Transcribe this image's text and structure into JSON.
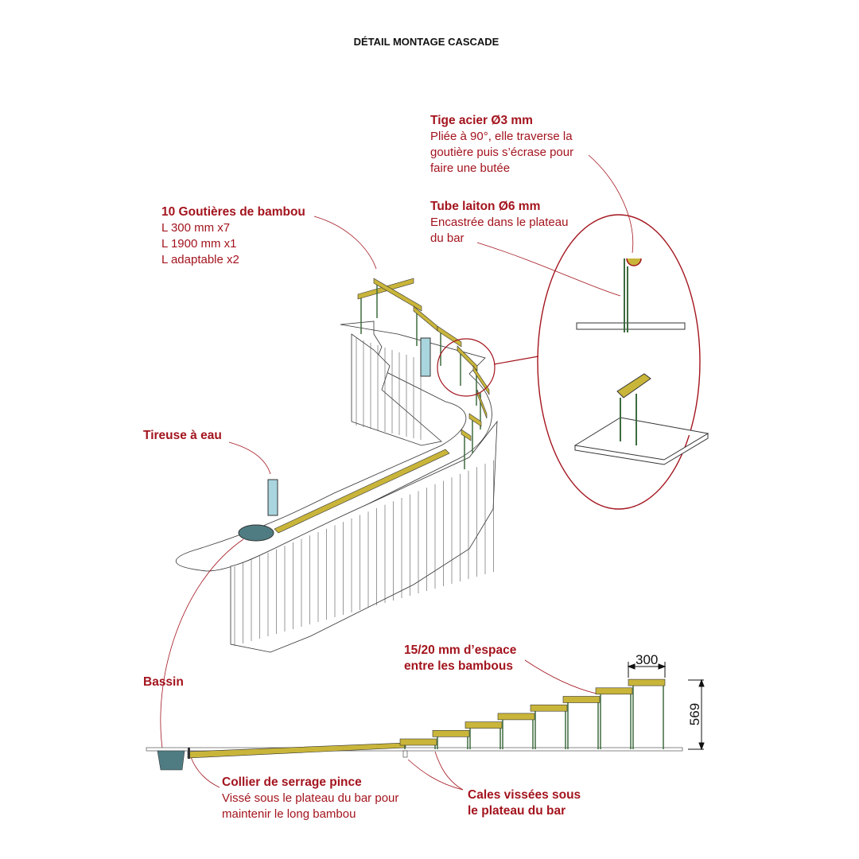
{
  "title": "DÉTAIL MONTAGE CASCADE",
  "colors": {
    "annotation": "#a3141e",
    "bamboo": "#c9b53a",
    "rod": "#3d6b3e",
    "basin": "#4f7c82",
    "tap": "#a9d5de"
  },
  "labels": {
    "tige": {
      "heading": "Tige acier Ø3 mm",
      "lines": [
        "Pliée à 90°, elle traverse la",
        "goutière puis s’écrase pour",
        "faire une butée"
      ]
    },
    "tube": {
      "heading": "Tube laiton Ø6 mm",
      "lines": [
        "Encastrée dans le plateau",
        "du bar"
      ]
    },
    "gouttieres": {
      "heading": "10 Goutières de bambou",
      "lines": [
        "L 300 mm x7",
        "L 1900 mm x1",
        "L adaptable x2"
      ]
    },
    "tireuse": {
      "heading": "Tireuse à eau"
    },
    "bassin": {
      "heading": "Bassin"
    },
    "espace": {
      "heading_lines": [
        "15/20 mm d’espace",
        "entre les bambous"
      ]
    },
    "collier": {
      "heading": "Collier de serrage pince",
      "lines": [
        "Vissé sous le plateau du bar pour",
        "maintenir le long bambou"
      ]
    },
    "cales": {
      "heading_lines": [
        "Cales vissées sous",
        "le plateau du bar"
      ]
    }
  },
  "dimensions": {
    "step_length": "300",
    "height": "569"
  },
  "steps": 8
}
